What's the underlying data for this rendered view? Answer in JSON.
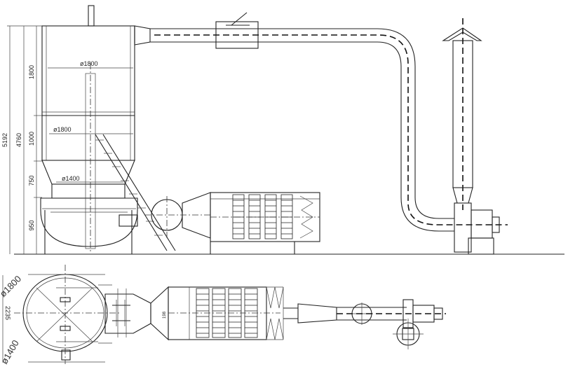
{
  "dimensions": {
    "total_height": "5192",
    "upper_height": "4760",
    "section_1": "1800",
    "section_2": "1000",
    "section_3": "750",
    "section_4": "950",
    "dia_top": "ø1800",
    "dia_mid": "ø1800",
    "dia_bottom": "ø1400",
    "plan_dia_large": "ø1800",
    "plan_dia_small": "ø1400",
    "plan_width": "2235",
    "small_label": "198"
  },
  "colors": {
    "line": "#222222",
    "background": "#ffffff"
  }
}
